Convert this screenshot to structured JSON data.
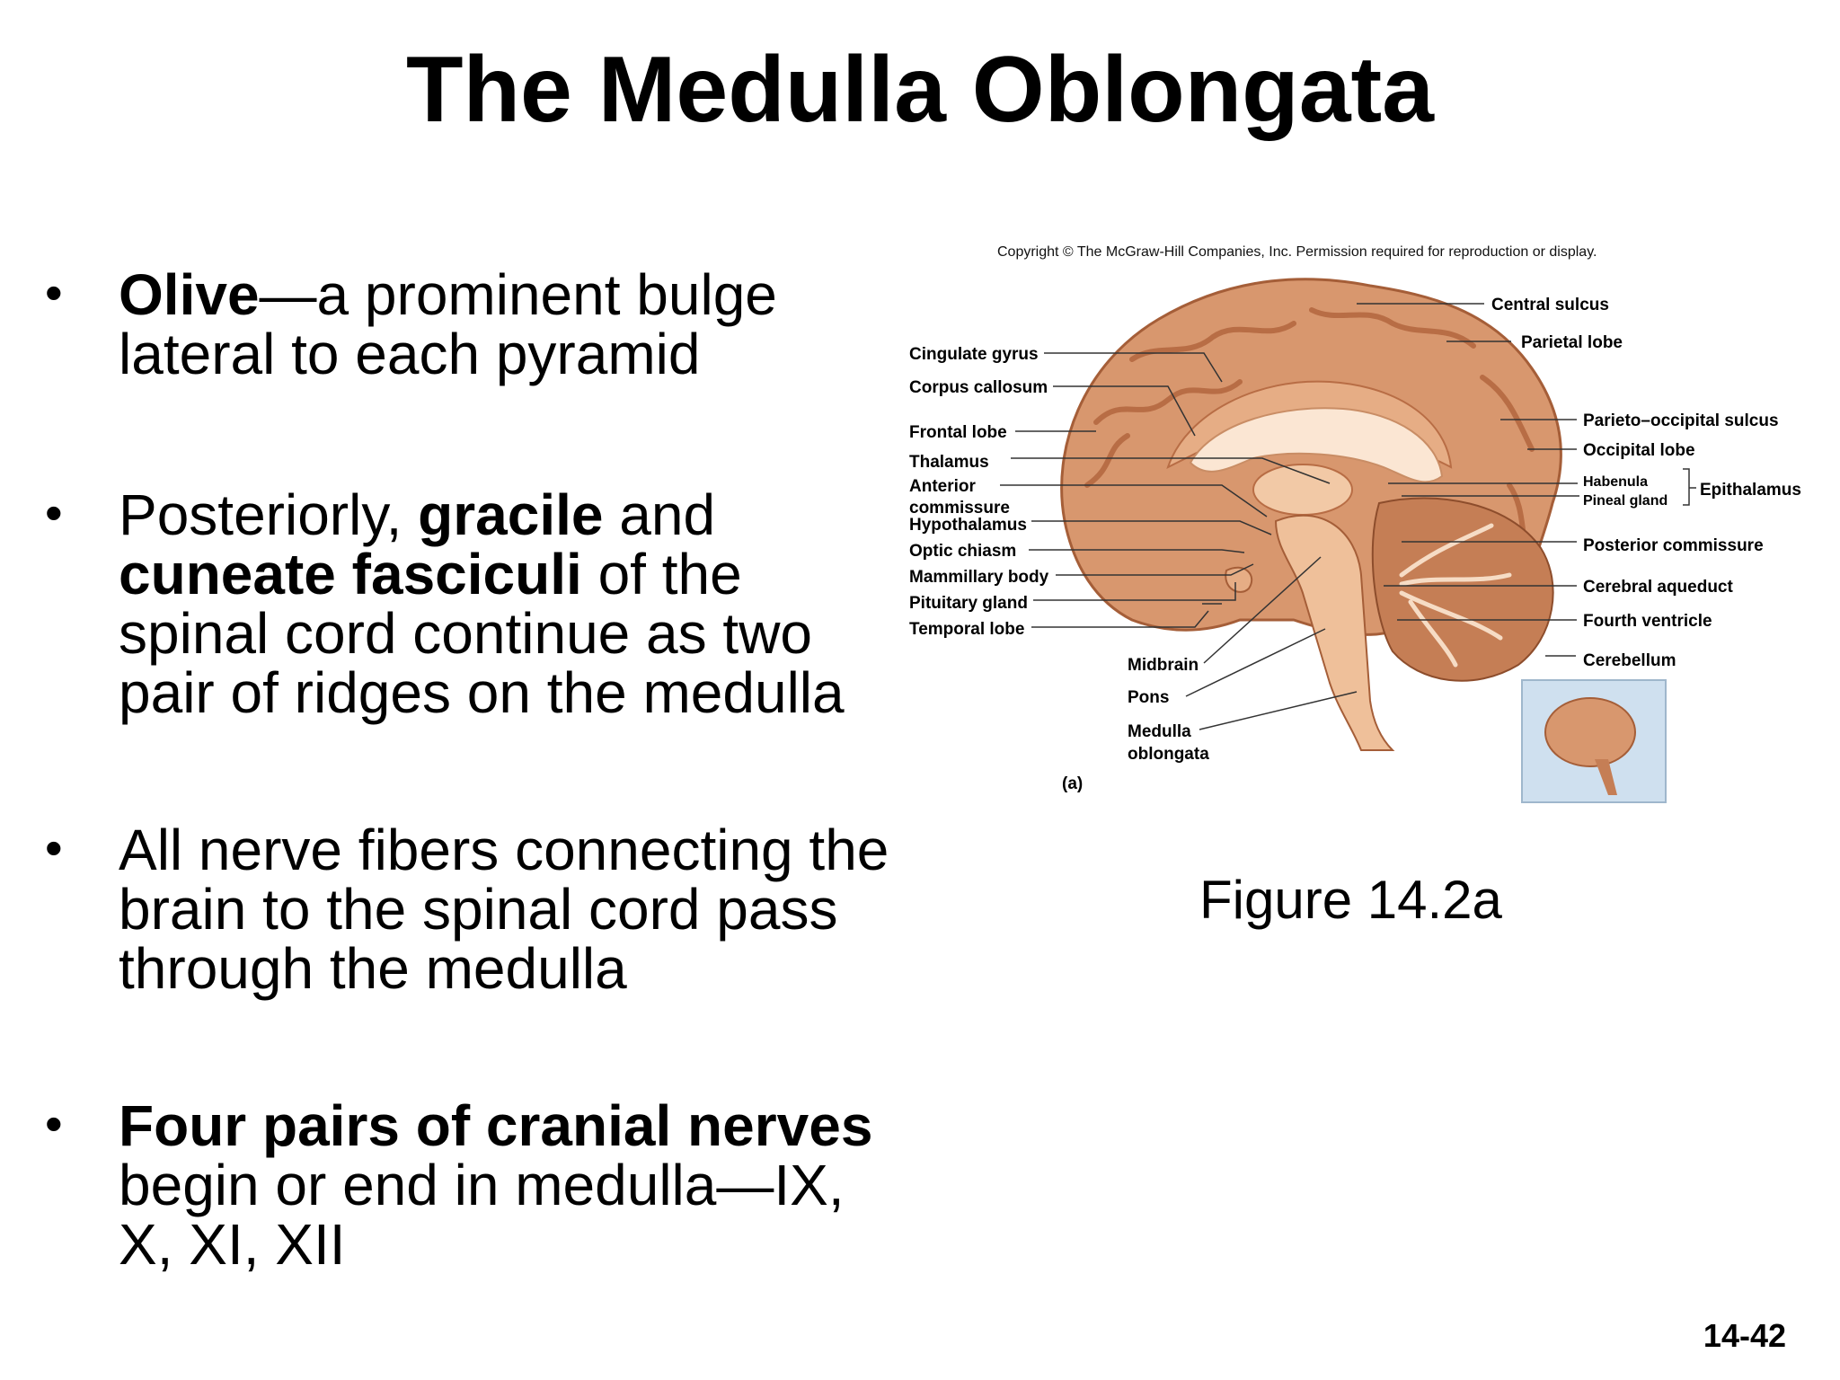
{
  "title": "The Medulla Oblongata",
  "bullets": [
    {
      "bold_lead": "Olive",
      "rest": "—a prominent bulge lateral to each pyramid"
    },
    {
      "pre": "Posteriorly, ",
      "bold1": "gracile",
      "mid": " and ",
      "bold2": "cuneate fasciculi",
      "rest": " of the spinal cord continue as two pair of ridges on the medulla"
    },
    {
      "text": "All nerve fibers connecting the brain to the spinal cord pass through the medulla"
    },
    {
      "bold_lead": "Four pairs of cranial nerves",
      "rest": " begin or end in medulla—IX, X, XI, XII"
    }
  ],
  "figure": {
    "copyright": "Copyright © The McGraw-Hill Companies, Inc. Permission required for reproduction or display.",
    "labels_left": {
      "cingulate_gyrus": "Cingulate gyrus",
      "corpus_callosum": "Corpus callosum",
      "frontal_lobe": "Frontal lobe",
      "thalamus": "Thalamus",
      "anterior": "Anterior",
      "commissure": "commissure",
      "hypothalamus": "Hypothalamus",
      "optic_chiasm": "Optic chiasm",
      "mammillary_body": "Mammillary body",
      "pituitary_gland": "Pituitary gland",
      "temporal_lobe": "Temporal lobe"
    },
    "labels_bottom": {
      "midbrain": "Midbrain",
      "pons": "Pons",
      "medulla": "Medulla",
      "oblongata": "oblongata",
      "panel": "(a)"
    },
    "labels_right": {
      "central_sulcus": "Central sulcus",
      "parietal_lobe": "Parietal lobe",
      "parieto_occipital_sulcus": "Parieto–occipital sulcus",
      "occipital_lobe": "Occipital lobe",
      "habenula": "Habenula",
      "pineal_gland": "Pineal gland",
      "epithalamus": "Epithalamus",
      "posterior_commissure": "Posterior commissure",
      "cerebral_aqueduct": "Cerebral aqueduct",
      "fourth_ventricle": "Fourth ventricle",
      "cerebellum": "Cerebellum"
    },
    "caption": "Figure 14.2a"
  },
  "page_number": "14-42",
  "colors": {
    "brain_outer": "#d8976e",
    "brain_light": "#f2c9a6",
    "brain_dark": "#b86d45",
    "callosum": "#fbe6d3",
    "stem": "#efc09a",
    "cerebellum": "#c57e55",
    "leader_line": "#333333"
  }
}
